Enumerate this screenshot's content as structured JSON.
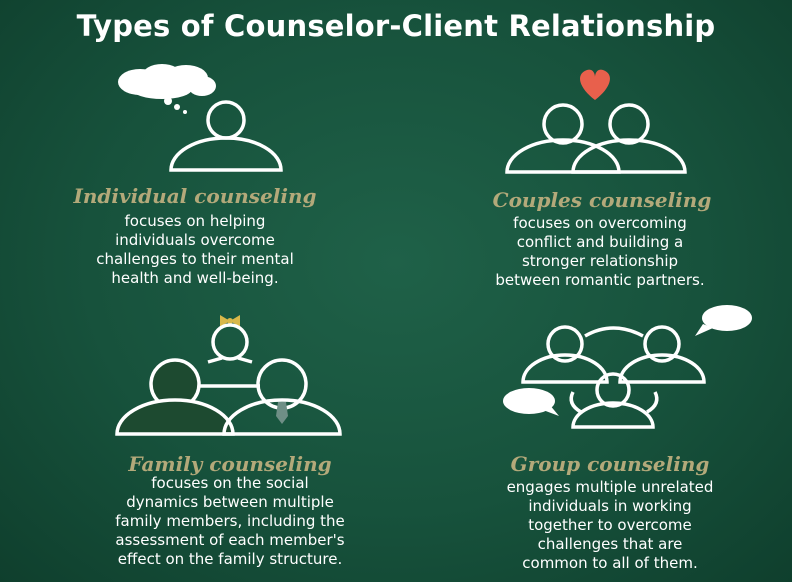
{
  "title": "Types of Counselor-Client Relationship",
  "colors": {
    "background": "#17523c",
    "heading": "#b3a97a",
    "heart": "#e8604c",
    "bow": "#d9b84a",
    "tie": "#6f8f86",
    "line": "#ffffff"
  },
  "quadrants": [
    {
      "heading": "Individual counseling",
      "description": "focuses on helping\nindividuals overcome\nchallenges to their mental\nhealth and well-being."
    },
    {
      "heading": "Couples counseling",
      "description": "focuses on overcoming\nconflict and building a\nstronger relationship\nbetween romantic partners."
    },
    {
      "heading": "Family counseling",
      "description": "focuses on the social\ndynamics between multiple\nfamily members, including the\nassessment of each member's\neffect on the family structure."
    },
    {
      "heading": "Group counseling",
      "description": "engages multiple unrelated\nindividuals in working\ntogether to overcome\nchallenges that are\ncommon to all of them."
    }
  ]
}
